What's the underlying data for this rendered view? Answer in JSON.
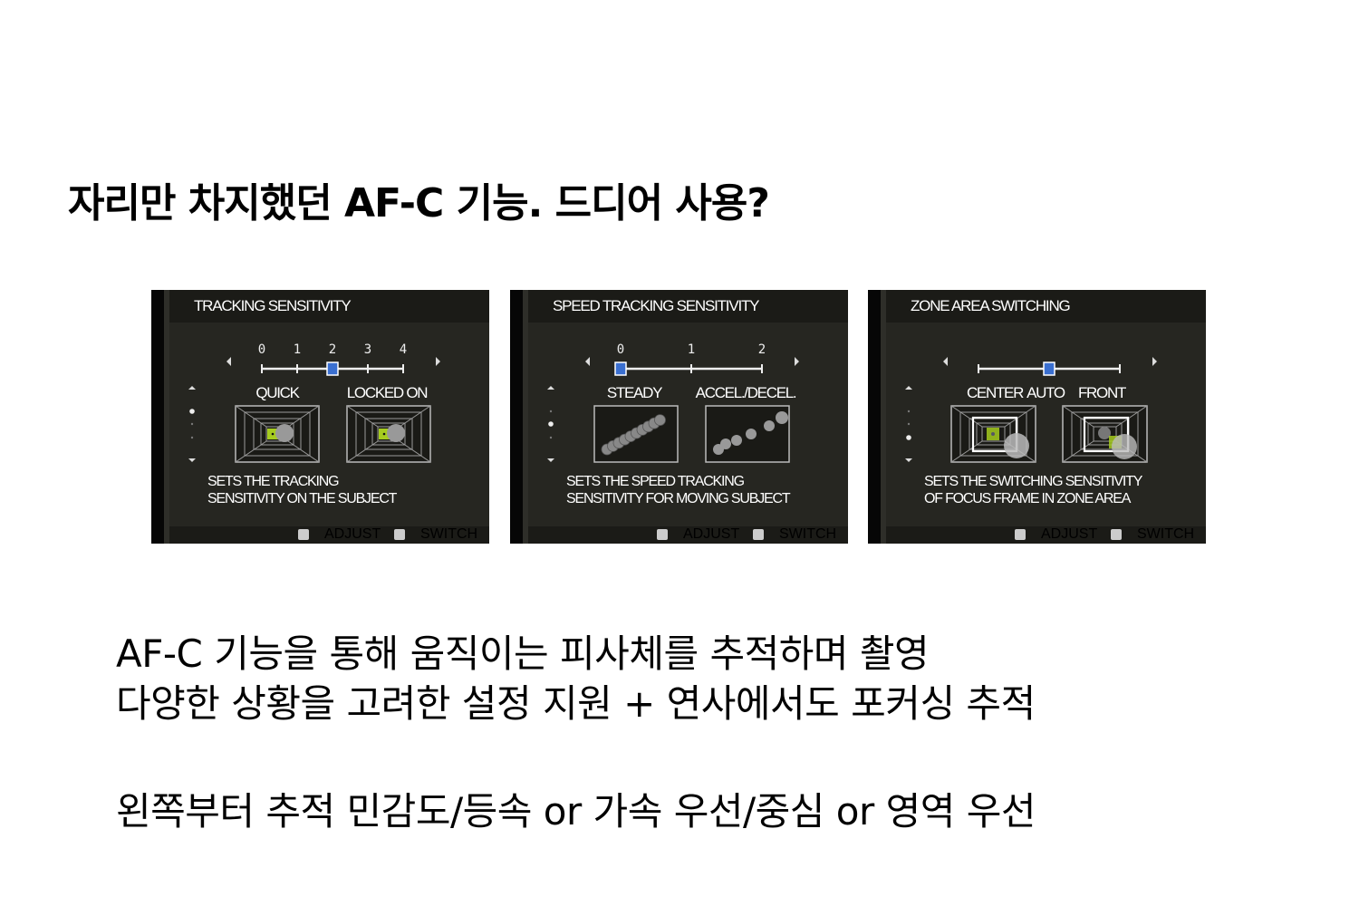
{
  "slide": {
    "title": "자리만 차지했던 AF-C 기능. 드디어 사용?",
    "lines": [
      "AF-C 기능을 통해 움직이는 피사체를 추적하며 촬영",
      "다양한 상황을 고려한 설정 지원 + 연사에서도 포커싱 추적",
      "왼쪽부터 추적 민감도/등속 or 가속 우선/중심 or 영역 우선"
    ]
  },
  "colors": {
    "accent_green": "#a6cc1f",
    "knob_blue": "#3a6fd0",
    "panel_bg": "#262621"
  },
  "panels": [
    {
      "title": "TRACKING SENSITIVITY",
      "ticks": [
        "0",
        "1",
        "2",
        "3",
        "4"
      ],
      "positions": 5,
      "selected_index": 2,
      "options": [
        "QUICK",
        "LOCKED ON"
      ],
      "description": [
        "SETS THE TRACKING",
        "SENSITIVITY ON THE SUBJECT"
      ],
      "page_dot_index": 0,
      "footer": {
        "adjust": "ADJUST",
        "switch": "SWITCH"
      }
    },
    {
      "title": "SPEED TRACKING SENSITIVITY",
      "ticks": [
        "0",
        "1",
        "2"
      ],
      "positions": 3,
      "selected_index": 0,
      "options": [
        "STEADY",
        "ACCEL./DECEL."
      ],
      "description": [
        "SETS THE SPEED TRACKING",
        "SENSITIVITY FOR MOVING SUBJECT"
      ],
      "page_dot_index": 1,
      "footer": {
        "adjust": "ADJUST",
        "switch": "SWITCH"
      }
    },
    {
      "title": "ZONE AREA SWITCHING",
      "ticks": [],
      "positions": 3,
      "selected_index": 1,
      "options": [
        "CENTER",
        "AUTO",
        "FRONT"
      ],
      "description": [
        "SETS THE SWITCHING SENSITIVITY",
        "OF FOCUS FRAME IN ZONE AREA"
      ],
      "page_dot_index": 2,
      "footer": {
        "adjust": "ADJUST",
        "switch": "SWITCH"
      }
    }
  ]
}
